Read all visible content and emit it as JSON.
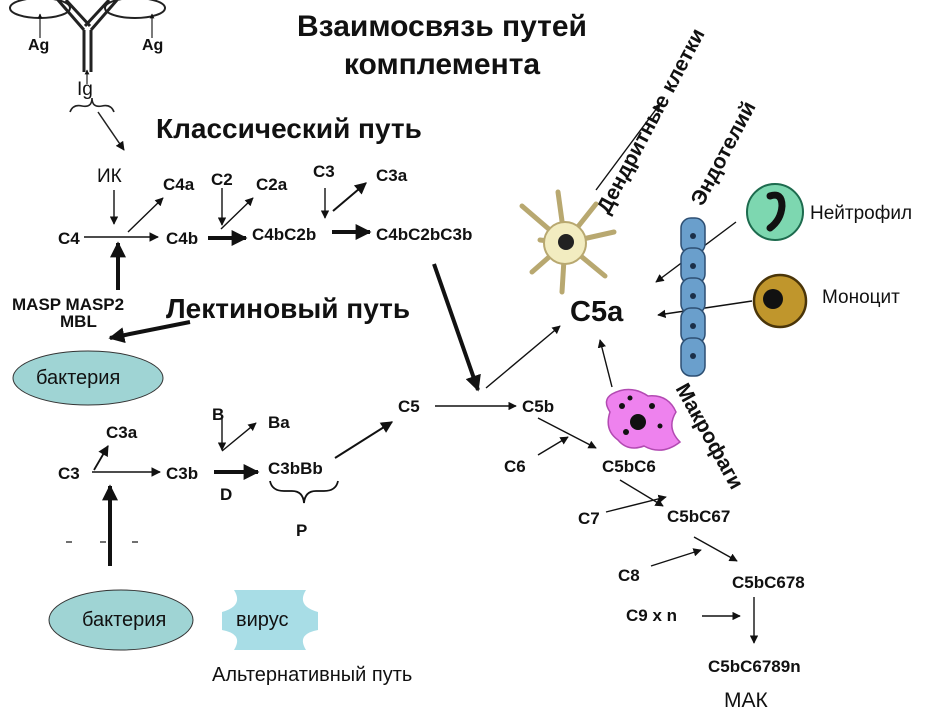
{
  "title_line1": "Взаимосвязь путей",
  "title_line2": "комплемента",
  "pathways": {
    "classical": "Классический путь",
    "lectin": "Лектиновый путь",
    "alternative": "Альтернативный путь"
  },
  "antibody": {
    "antigen_left": "Ag",
    "antigen_right": "Ag",
    "ig": "Ig"
  },
  "classical_nodes": {
    "ik": "ИК",
    "c4": "C4",
    "c4a": "C4a",
    "c2": "C2",
    "c2a": "C2a",
    "c3": "C3",
    "c3a": "C3a",
    "c4b": "C4b",
    "c4bc2b": "C4bC2b",
    "c4bc2bc3b": "C4bC2bC3b"
  },
  "lectin_nodes": {
    "masp": "MASP MASP2",
    "mbl": "MBL",
    "bacteria": "бактерия"
  },
  "alternative_nodes": {
    "c3": "C3",
    "c3a": "C3a",
    "c3b": "C3b",
    "b": "B",
    "ba": "Ba",
    "c3bbb": "C3bBb",
    "d": "D",
    "p": "P",
    "bacteria": "бактерия",
    "virus": "вирус"
  },
  "terminal_nodes": {
    "c5": "C5",
    "c5b": "C5b",
    "c6": "C6",
    "c5bc6": "C5bC6",
    "c7": "C7",
    "c5bc67": "C5bC67",
    "c8": "C8",
    "c5bc678": "C5bC678",
    "c9xn": "C9 x n",
    "c5bc6789n": "C5bC6789n",
    "mak": "МАК",
    "c5a": "C5a"
  },
  "cells": {
    "dendritic": "Дендритные клетки",
    "endothelium": "Эндотелий",
    "neutrophil": "Нейтрофил",
    "monocyte": "Моноцит",
    "macrophages": "Макрофаги"
  },
  "colors": {
    "bacteria_fill": "#9fd4d4",
    "virus_fill": "#a8dde6",
    "endothelium_fill": "#6a9fcc",
    "neutrophil_fill": "#7dd7b0",
    "monocyte_fill": "#c0962c",
    "macrophage_fill": "#ee82ee",
    "dendritic_fill": "#f2ecc0"
  }
}
